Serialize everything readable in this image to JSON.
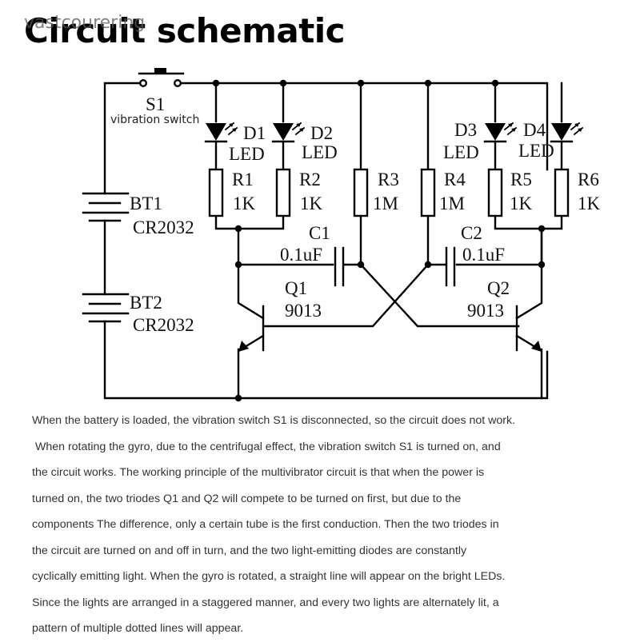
{
  "title": "Circuit schematic",
  "watermark": "vastcourering",
  "schematic": {
    "switch": {
      "ref": "S1",
      "desc": "vibration switch"
    },
    "batteries": [
      {
        "ref": "BT1",
        "value": "CR2032"
      },
      {
        "ref": "BT2",
        "value": "CR2032"
      }
    ],
    "leds": [
      {
        "ref": "D1",
        "type": "LED"
      },
      {
        "ref": "D2",
        "type": "LED"
      },
      {
        "ref": "D3",
        "type": "LED"
      },
      {
        "ref": "D4",
        "type": "LED"
      }
    ],
    "resistors": [
      {
        "ref": "R1",
        "value": "1K"
      },
      {
        "ref": "R2",
        "value": "1K"
      },
      {
        "ref": "R3",
        "value": "1M"
      },
      {
        "ref": "R4",
        "value": "1M"
      },
      {
        "ref": "R5",
        "value": "1K"
      },
      {
        "ref": "R6",
        "value": "1K"
      }
    ],
    "capacitors": [
      {
        "ref": "C1",
        "value": "0.1uF"
      },
      {
        "ref": "C2",
        "value": "0.1uF"
      }
    ],
    "transistors": [
      {
        "ref": "Q1",
        "model": "9013"
      },
      {
        "ref": "Q2",
        "model": "9013"
      }
    ]
  },
  "description": [
    "When the battery is loaded, the vibration switch S1 is disconnected, so the circuit does not work.",
    " When rotating the gyro, due to the centrifugal effect, the vibration switch S1 is turned on, and",
    "the circuit works. The working principle of the multivibrator circuit is that when the power is",
    "turned on, the two triodes Q1 and Q2 will compete to be turned on first, but due to the",
    "components The difference, only a certain tube is the first conduction. Then the two triodes in",
    "the circuit are turned on and off in turn, and the two light-emitting diodes are constantly",
    "cyclically emitting light. When the gyro is rotated, a straight line will appear on the bright LEDs.",
    "Since the lights are arranged in a staggered manner, and every two lights are alternately lit, a",
    "pattern of multiple dotted lines will appear."
  ]
}
